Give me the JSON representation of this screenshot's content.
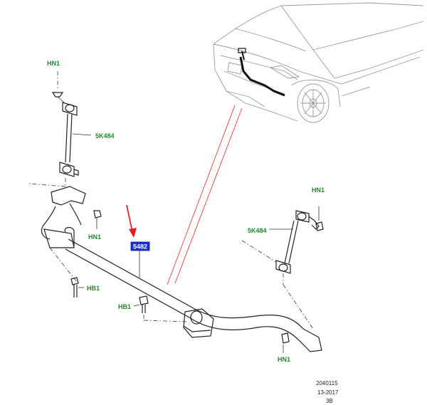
{
  "labels": {
    "hn1_top_left": "HN1",
    "link_left": "5K484",
    "hn1_mid_left": "HN1",
    "highlight_part": "5482",
    "hb1_left": "HB1",
    "hb1_center": "HB1",
    "hn1_right_top": "HN1",
    "link_right": "5K484",
    "hn1_bottom_right": "HN1"
  },
  "reference": {
    "line1": "2040115",
    "line2": "13-2017",
    "line3": "3B"
  },
  "colors": {
    "label_green": "#1f8a2a",
    "highlight_blue": "#1a2fd6",
    "arrow_red": "#e02020",
    "leader_red": "#e83b3b"
  }
}
